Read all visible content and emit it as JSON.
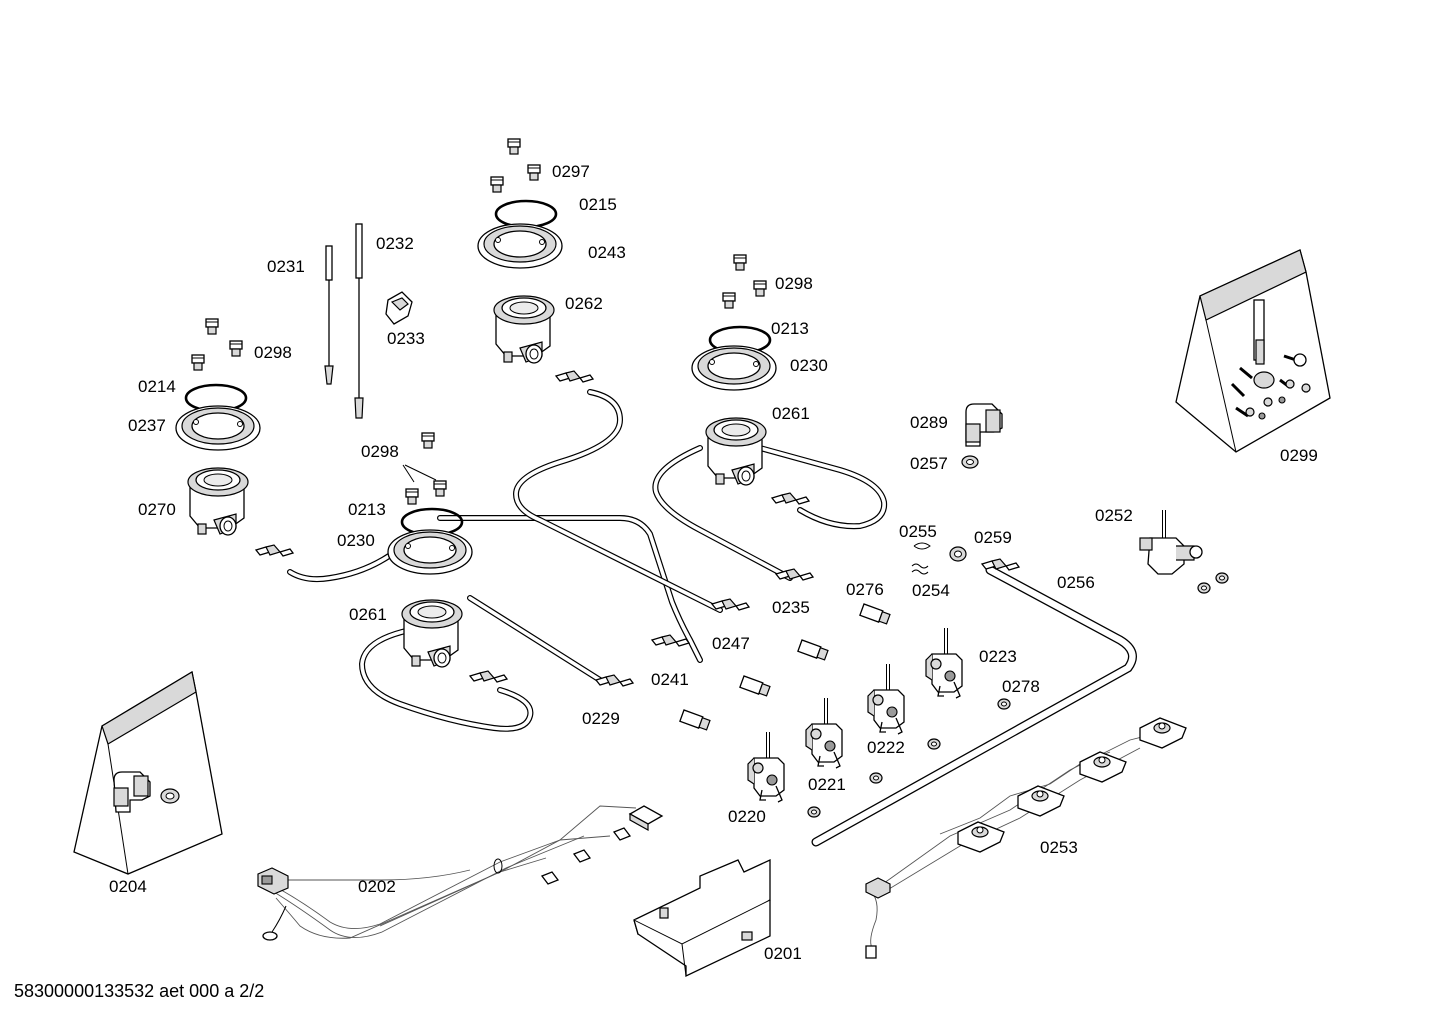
{
  "footer": {
    "document_id": "58300000133532 aet 000 a 2/2"
  },
  "part_labels": {
    "p0297": "0297",
    "p0215": "0215",
    "p0243": "0243",
    "p0262": "0262",
    "p0231": "0231",
    "p0232": "0232",
    "p0233": "0233",
    "p0298_top": "0298",
    "p0213_top": "0213",
    "p0230_top": "0230",
    "p0261_top": "0261",
    "p0298_left": "0298",
    "p0214": "0214",
    "p0237": "0237",
    "p0270": "0270",
    "p0298_mid": "0298",
    "p0213_mid": "0213",
    "p0230_mid": "0230",
    "p0261_mid": "0261",
    "p0289": "0289",
    "p0257": "0257",
    "p0255": "0255",
    "p0259": "0259",
    "p0254": "0254",
    "p0235": "0235",
    "p0276": "0276",
    "p0247": "0247",
    "p0241": "0241",
    "p0229": "0229",
    "p0256": "0256",
    "p0252": "0252",
    "p0299": "0299",
    "p0223": "0223",
    "p0278": "0278",
    "p0222": "0222",
    "p0221": "0221",
    "p0220": "0220",
    "p0253": "0253",
    "p0204": "0204",
    "p0202": "0202",
    "p0201": "0201"
  },
  "colors": {
    "line": "#000000",
    "shade": "#d9d9d9",
    "dark": "#9a9a9a",
    "background": "#ffffff"
  }
}
